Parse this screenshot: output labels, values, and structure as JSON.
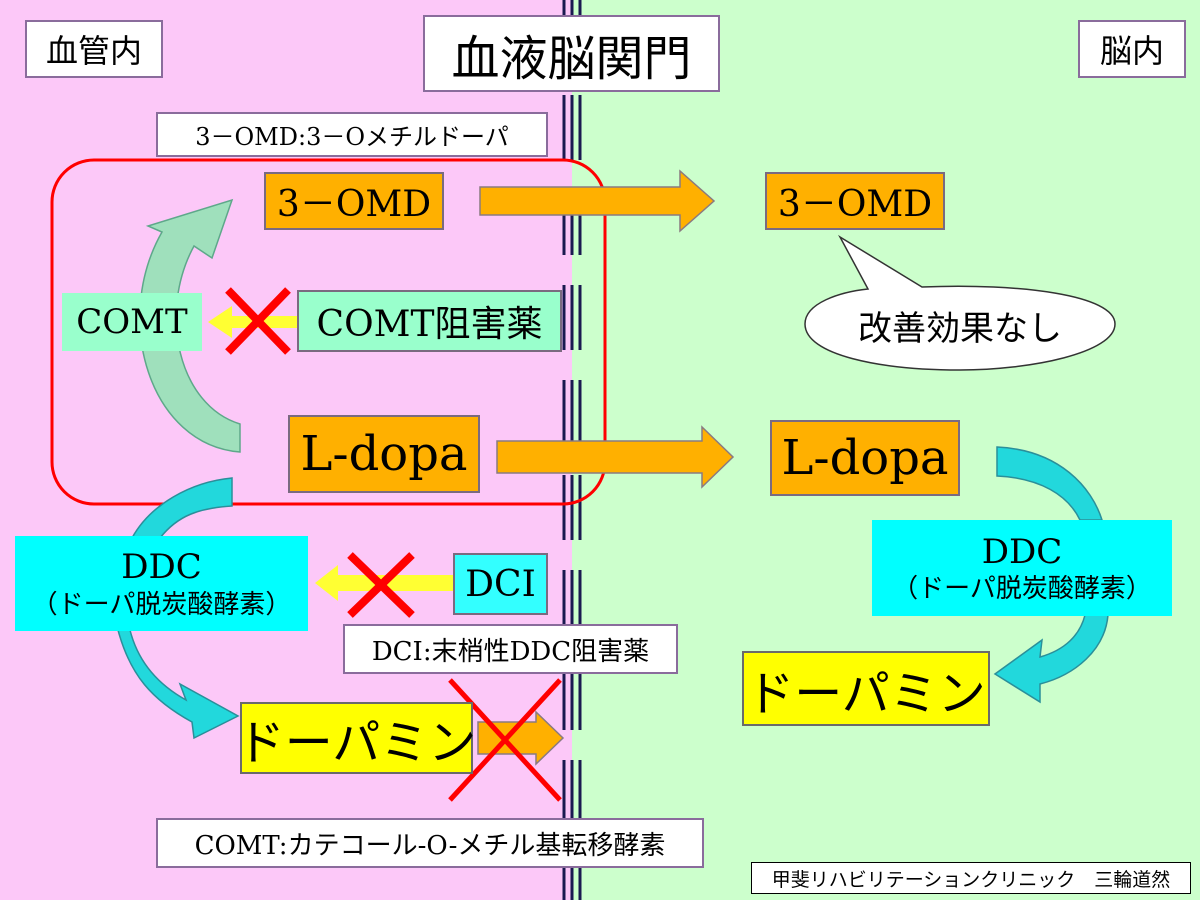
{
  "labels": {
    "vessel": "血管内",
    "bbb": "血液脳関門",
    "brain": "脳内",
    "omd_note": "3－OMD:3－Oメチルドーパ",
    "omd_left": "3－OMD",
    "omd_right": "3－OMD",
    "comt": "COMT",
    "comt_inhibitor": "COMT阻害薬",
    "no_effect": "改善効果なし",
    "ldopa_left": "L-dopa",
    "ldopa_right": "L-dopa",
    "ddc_left_title": "DDC",
    "ddc_left_sub": "（ドーパ脱炭酸酵素）",
    "ddc_right_title": "DDC",
    "ddc_right_sub": "（ドーパ脱炭酸酵素）",
    "dci": "DCI",
    "dci_note": "DCI:末梢性DDC阻害薬",
    "dopamine_left": "ドーパミン",
    "dopamine_right": "ドーパミン",
    "comt_note": "COMT:カテコール-O-メチル基転移酵素",
    "credit": "甲斐リハビリテーションクリニック　三輪道然"
  },
  "colors": {
    "vessel_bg": "#fcc8f8",
    "brain_bg": "#ccffcc",
    "orange": "#ffb000",
    "mint": "#99ffcc",
    "cyan": "#00ffff",
    "yellow": "#ffff00",
    "red_cross": "#ff0000"
  }
}
